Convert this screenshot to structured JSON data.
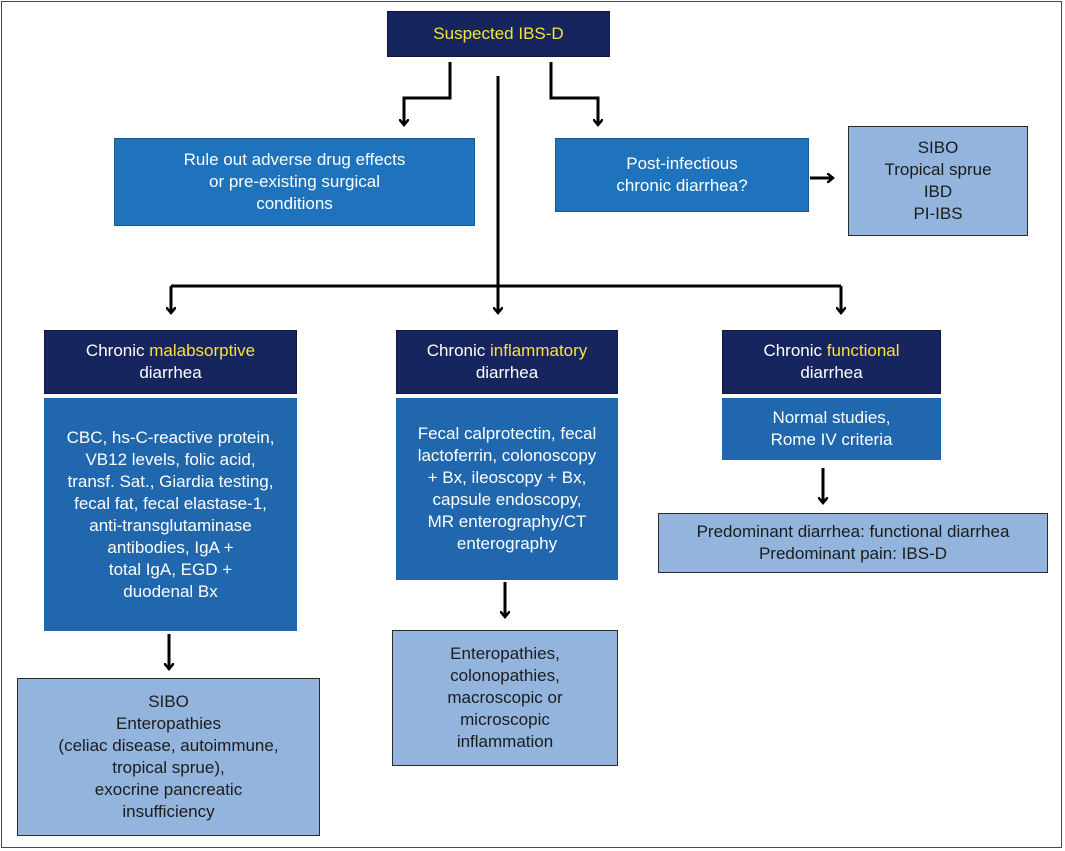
{
  "top": {
    "label": "Suspected IBS-D",
    "color": "#f7e23a"
  },
  "rule_out": {
    "lines": [
      "Rule out adverse drug effects",
      "or pre-existing surgical",
      "conditions"
    ]
  },
  "post_infectious": {
    "lines": [
      "Post-infectious",
      "chronic diarrhea?"
    ]
  },
  "pi_outcomes": {
    "lines": [
      "SIBO",
      "Tropical sprue",
      "IBD",
      "PI-IBS"
    ]
  },
  "malabsorptive": {
    "header_prefix": "Chronic ",
    "header_highlight": "malabsorptive",
    "header_line2": "diarrhea",
    "tests": [
      "CBC, hs-C-reactive protein,",
      "VB12 levels, folic acid,",
      "transf. Sat., Giardia testing,",
      "fecal fat, fecal elastase-1,",
      "anti-transglutaminase",
      "antibodies, IgA +",
      "total IgA, EGD +",
      "duodenal Bx"
    ],
    "outcomes": [
      "SIBO",
      "Enteropathies",
      "(celiac disease, autoimmune,",
      "tropical sprue),",
      "exocrine pancreatic",
      "insufficiency"
    ]
  },
  "inflammatory": {
    "header_prefix": "Chronic ",
    "header_highlight": "inflammatory",
    "header_line2": "diarrhea",
    "tests": [
      "Fecal calprotectin, fecal",
      "lactoferrin, colonoscopy",
      "+ Bx, ileoscopy + Bx,",
      "capsule endoscopy,",
      "MR enterography/CT",
      "enterography"
    ],
    "outcomes": [
      "Enteropathies,",
      "colonopathies,",
      "macroscopic or",
      "microscopic",
      "inflammation"
    ]
  },
  "functional": {
    "header_prefix": "Chronic ",
    "header_highlight": "functional",
    "header_line2": "diarrhea",
    "tests": [
      "Normal studies,",
      "Rome IV criteria"
    ],
    "outcomes": [
      "Predominant diarrhea: functional diarrhea",
      "Predominant pain: IBS-D"
    ]
  },
  "colors": {
    "navy": "#16255e",
    "blue": "#1f72bc",
    "light_blue": "#93b4dc",
    "highlight": "#f7e23a"
  }
}
